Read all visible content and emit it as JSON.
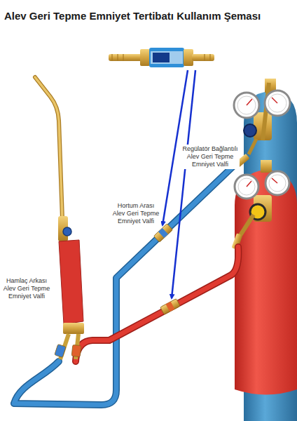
{
  "diagram": {
    "title": "Alev Geri Tepme Emniyet Tertibatı Kullanım Şeması",
    "labels": [
      "Regülatör Bağlantılı Alev Geri Tepme Emniyet Valfi",
      "Hortum Arası Alev Geri Tepme Emniyet Valfi",
      "Hamlaç Arkası Alev Geri Tepme Emniyet Valfi"
    ]
  }
}
